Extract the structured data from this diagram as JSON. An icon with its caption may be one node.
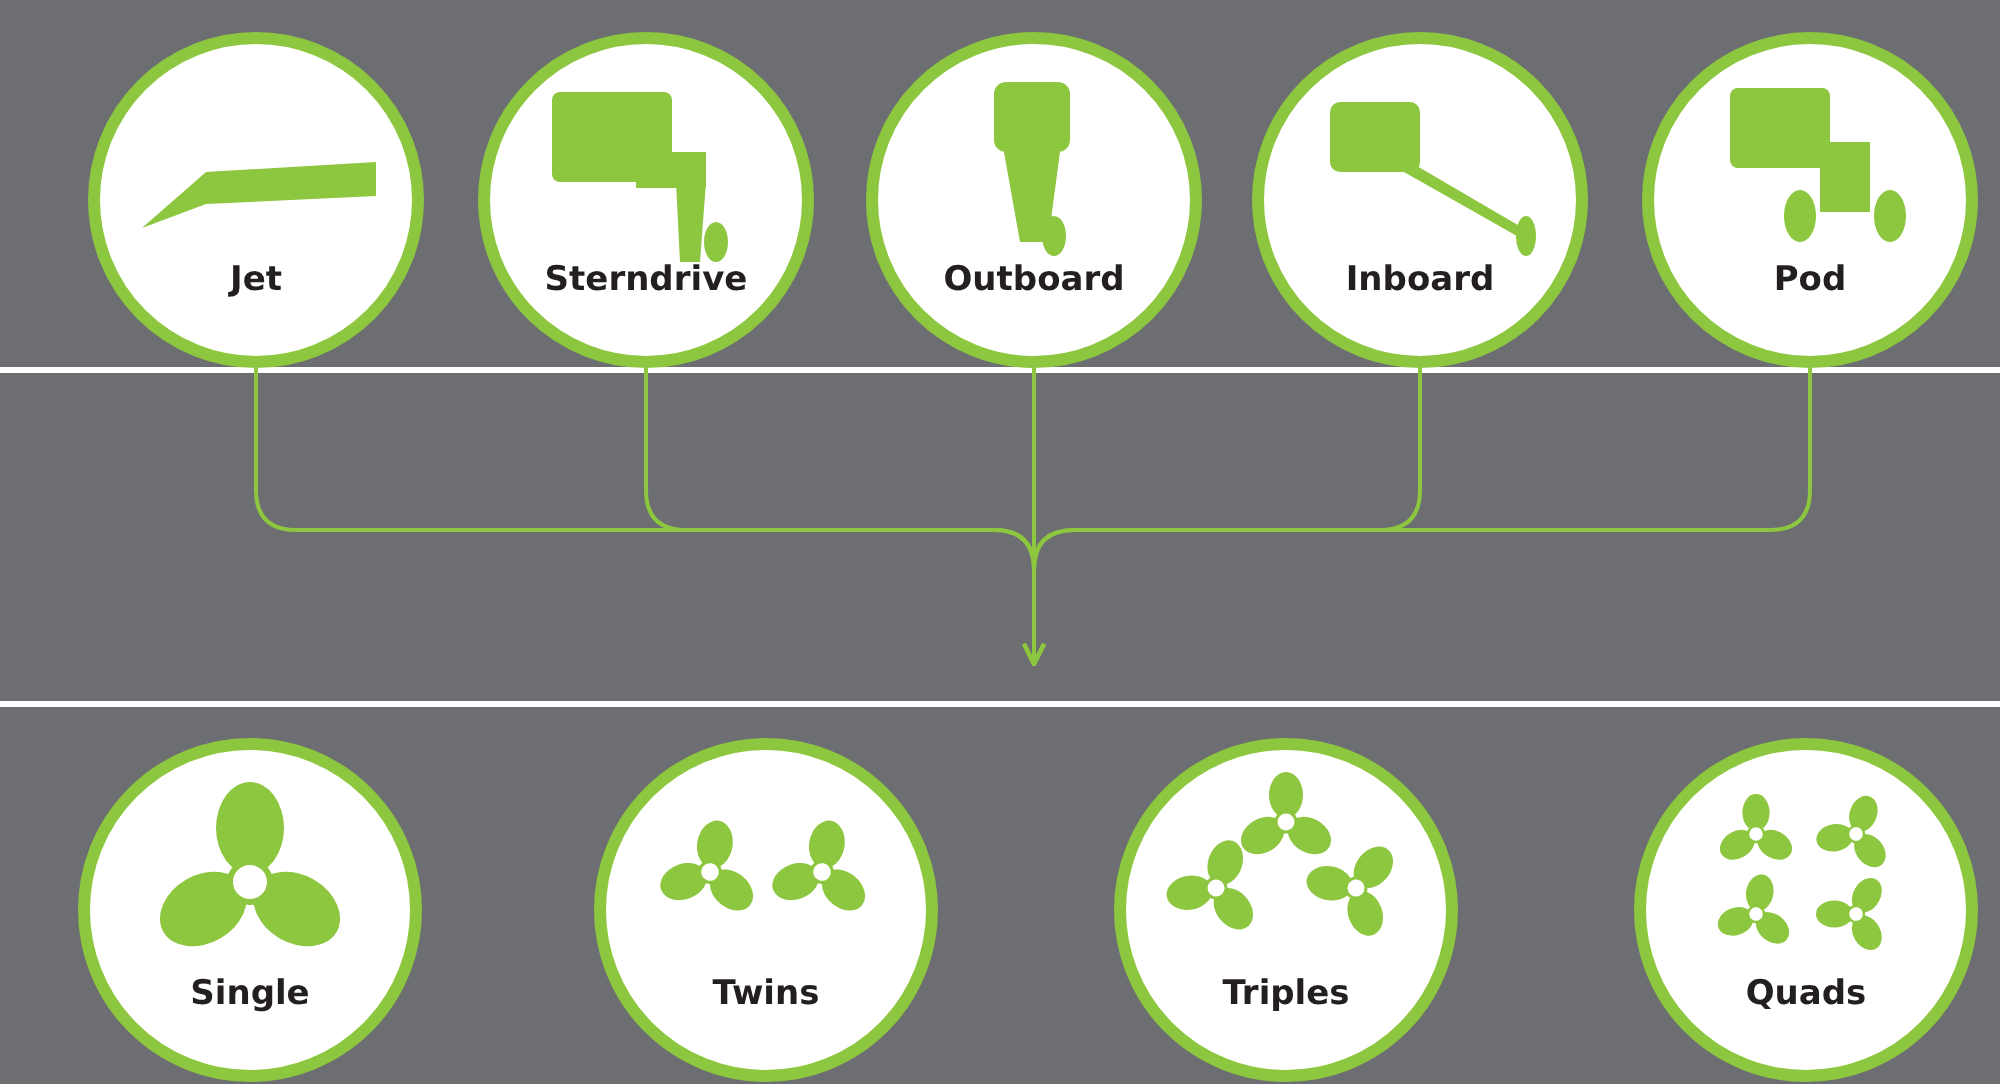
{
  "diagram": {
    "nodes": [
      {
        "text": [
          "Jet"
        ]
      },
      {
        "text": [
          "Sterndrive"
        ]
      },
      {
        "text": [
          "Outboard"
        ]
      },
      {
        "text": [
          "Inboard"
        ]
      },
      {
        "text": [
          "Pod"
        ]
      },
      {
        "text": [
          "Single"
        ]
      },
      {
        "text": [
          "Twins"
        ]
      },
      {
        "text": [
          "Triples"
        ]
      },
      {
        "text": [
          "Quads"
        ]
      }
    ],
    "edges": [
      {
        "from": 0,
        "to": null,
        "arrow": "to"
      },
      {
        "from": 1,
        "to": null,
        "arrow": "to"
      },
      {
        "from": 2,
        "to": null,
        "arrow": "to"
      },
      {
        "from": 3,
        "to": null,
        "arrow": "to"
      },
      {
        "from": 4,
        "to": null,
        "arrow": "to"
      }
    ]
  }
}
